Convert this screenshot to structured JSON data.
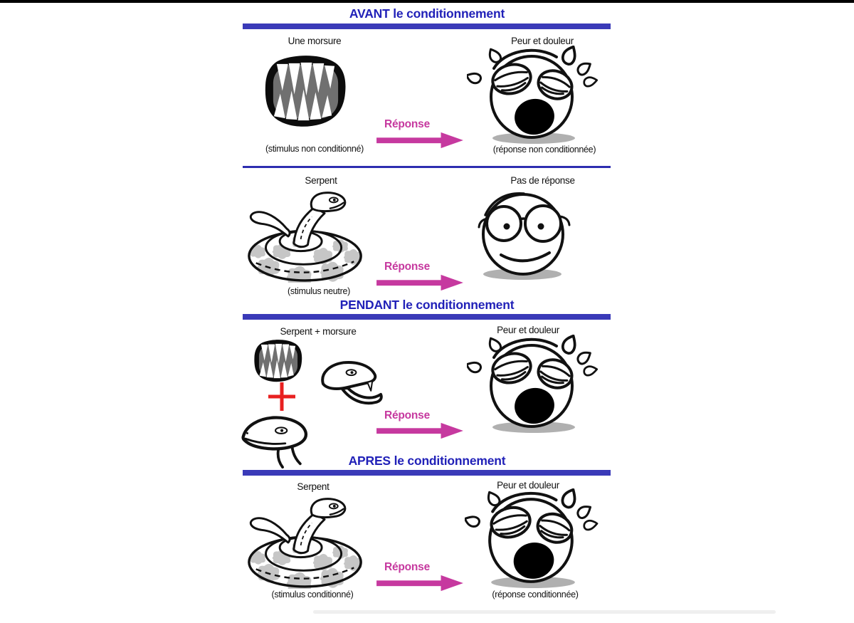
{
  "page": {
    "background": "#ffffff",
    "top_border": "#000000"
  },
  "colors": {
    "section_title_blue": "#2121b8",
    "section_bar_blue": "#3a3ab8",
    "arrow_magenta": "#c6399f",
    "plus_red": "#e82020",
    "drawing_ink": "#111111",
    "shadow_gray": "#b0b0b0",
    "snake_blotch_gray": "#c6c6c6"
  },
  "sections": {
    "avant": {
      "title": "AVANT le conditionnement",
      "row1": {
        "stimulus_label": "Une morsure",
        "stimulus_icon": "bite-mouth-icon",
        "stimulus_caption": "(stimulus non conditionné)",
        "arrow_label": "Réponse",
        "response_label": "Peur et douleur",
        "response_icon": "crying-face-icon",
        "response_caption": "(réponse non conditionnée)"
      },
      "row2": {
        "stimulus_label": "Serpent",
        "stimulus_icon": "coiled-snake-icon",
        "stimulus_caption": "(stimulus neutre)",
        "arrow_label": "Réponse",
        "response_label": "Pas de réponse",
        "response_icon": "calm-face-glasses-icon"
      }
    },
    "pendant": {
      "title": "PENDANT le conditionnement",
      "row": {
        "stimulus_label": "Serpent + morsure",
        "stimulus_icons": [
          "bite-mouth-icon",
          "plus-sign",
          "striking-snake-head-icon",
          "snake-head-icon"
        ],
        "arrow_label": "Réponse",
        "response_label": "Peur et douleur",
        "response_icon": "crying-face-icon"
      }
    },
    "apres": {
      "title": "APRES le conditionnement",
      "row": {
        "stimulus_label": "Serpent",
        "stimulus_icon": "coiled-snake-icon",
        "stimulus_caption": "(stimulus conditionné)",
        "arrow_label": "Réponse",
        "response_label": "Peur et douleur",
        "response_icon": "crying-face-icon",
        "response_caption": "(réponse conditionnée)"
      }
    }
  }
}
